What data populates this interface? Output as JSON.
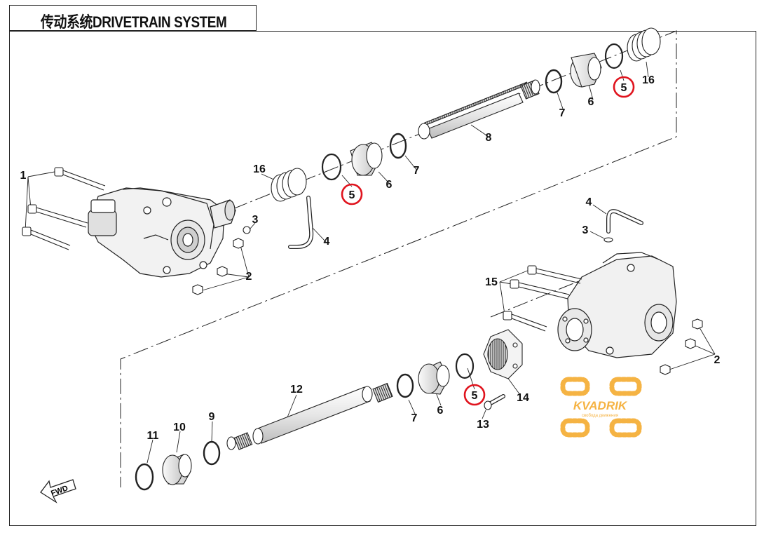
{
  "title": "传动系统DRIVETRAIN SYSTEM",
  "callouts": [
    {
      "id": "c1",
      "text": "1"
    },
    {
      "id": "c2a",
      "text": "2"
    },
    {
      "id": "c2b",
      "text": "2"
    },
    {
      "id": "c3a",
      "text": "3"
    },
    {
      "id": "c3b",
      "text": "3"
    },
    {
      "id": "c4a",
      "text": "4"
    },
    {
      "id": "c4b",
      "text": "4"
    },
    {
      "id": "c5a",
      "text": "5"
    },
    {
      "id": "c5b",
      "text": "5"
    },
    {
      "id": "c5c",
      "text": "5"
    },
    {
      "id": "c6a",
      "text": "6"
    },
    {
      "id": "c6b",
      "text": "6"
    },
    {
      "id": "c6c",
      "text": "6"
    },
    {
      "id": "c7a",
      "text": "7"
    },
    {
      "id": "c7b",
      "text": "7"
    },
    {
      "id": "c7c",
      "text": "7"
    },
    {
      "id": "c8",
      "text": "8"
    },
    {
      "id": "c9",
      "text": "9"
    },
    {
      "id": "c10",
      "text": "10"
    },
    {
      "id": "c11",
      "text": "11"
    },
    {
      "id": "c12",
      "text": "12"
    },
    {
      "id": "c13",
      "text": "13"
    },
    {
      "id": "c14",
      "text": "14"
    },
    {
      "id": "c15",
      "text": "15"
    },
    {
      "id": "c16a",
      "text": "16"
    },
    {
      "id": "c16b",
      "text": "16"
    }
  ],
  "fwd_label": "FWD",
  "watermark": {
    "brand": "KVADRIK",
    "tagline": "свобода движения",
    "color": "#f4a623"
  },
  "colors": {
    "highlight": "#e0141e",
    "line": "#222222"
  }
}
